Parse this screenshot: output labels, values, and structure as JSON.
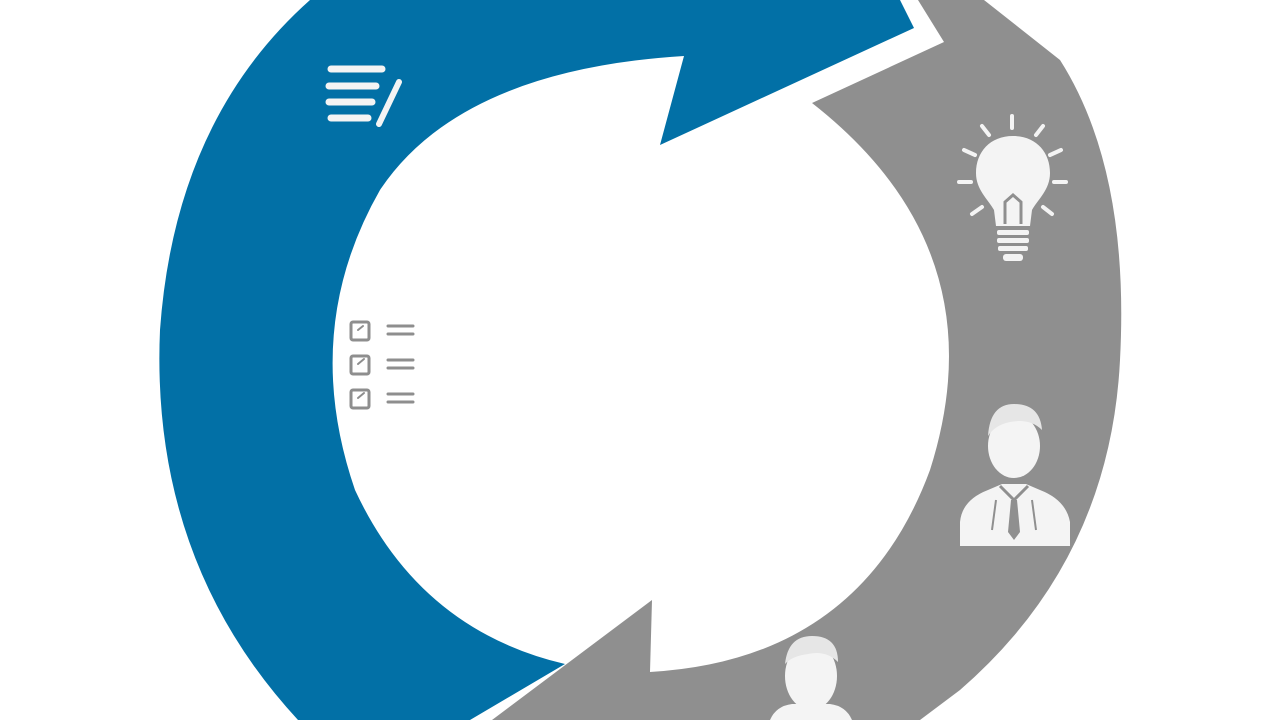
{
  "diagram": {
    "type": "cycle",
    "segments": [
      {
        "id": "blue-arc",
        "color": "#0270A6",
        "icons": [
          "notes-pencil-icon",
          "checklist-icon"
        ]
      },
      {
        "id": "gray-arc",
        "color": "#8F8F8F",
        "icons": [
          "lightbulb-icon",
          "businessman-icon",
          "person-icon"
        ]
      }
    ],
    "colors": {
      "background": "#FFFFFF",
      "icon_on_arc": "#F4F4F4",
      "checklist": "#8E8E8E"
    }
  }
}
